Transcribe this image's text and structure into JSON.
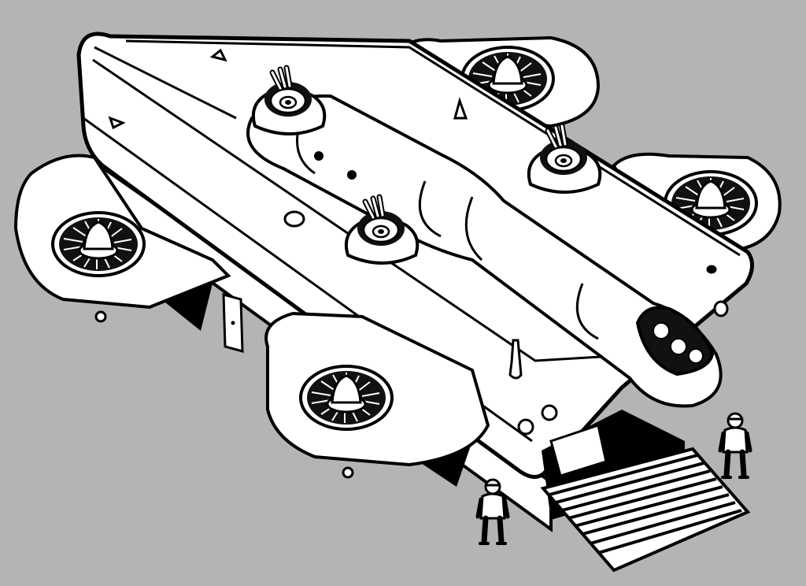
{
  "illustration": {
    "subject": "heavy-lift-vtol-dropship",
    "style": "black-ink-line-art",
    "background_color": "#b4b4b4",
    "ink_color": "#000000",
    "fill_color": "#ffffff",
    "shadow_color": "#000000",
    "fan_count": 4,
    "turret_count": 3,
    "crew_figure_count": 2,
    "ramp_state": "lowered"
  }
}
